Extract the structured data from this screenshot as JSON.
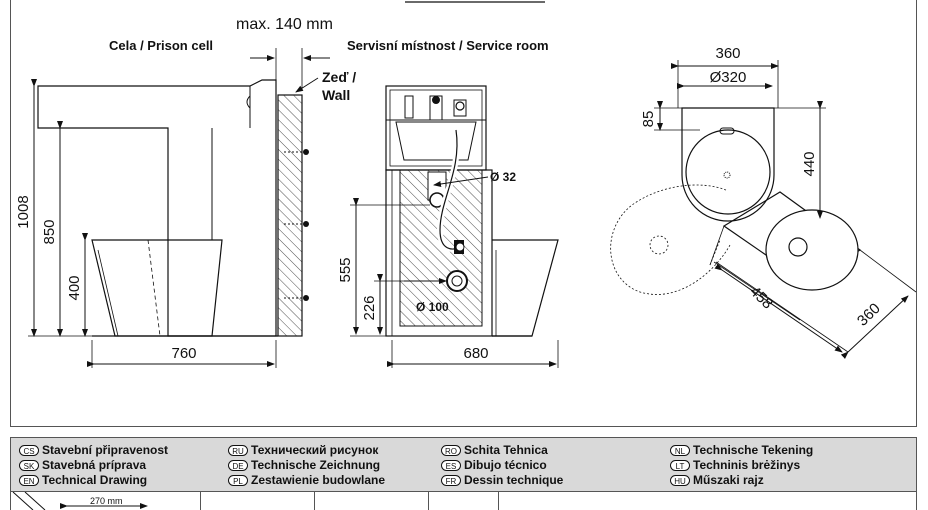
{
  "labels": {
    "max_140": "max. 140 mm",
    "cell": "Cela / Prison cell",
    "service_room": "Servisní místnost / Service room",
    "wall_1": "Zeď /",
    "wall_2": "Wall"
  },
  "dimensions": {
    "d1008": "1008",
    "d850": "850",
    "d400": "400",
    "d760": "760",
    "d555": "555",
    "d226": "226",
    "d680": "680",
    "d32": "Ø 32",
    "d100": "Ø 100",
    "d360_top": "360",
    "d320": "Ø320",
    "d85": "85",
    "d440": "440",
    "d458": "458",
    "d360_diag": "360",
    "d270": "270 mm"
  },
  "legend": [
    {
      "code": "CS",
      "text": "Stavební připravenost"
    },
    {
      "code": "SK",
      "text": "Stavebná príprava"
    },
    {
      "code": "EN",
      "text": "Technical Drawing"
    },
    {
      "code": "RU",
      "text": "Технический рисунок"
    },
    {
      "code": "DE",
      "text": "Technische Zeichnung"
    },
    {
      "code": "PL",
      "text": "Zestawienie budowlane"
    },
    {
      "code": "RO",
      "text": "Schita Tehnica"
    },
    {
      "code": "ES",
      "text": "Dibujo técnico"
    },
    {
      "code": "FR",
      "text": "Dessin technique"
    },
    {
      "code": "NL",
      "text": "Technische Tekening"
    },
    {
      "code": "LT",
      "text": "Techninis brėžinys"
    },
    {
      "code": "HU",
      "text": "Műszaki rajz"
    }
  ]
}
